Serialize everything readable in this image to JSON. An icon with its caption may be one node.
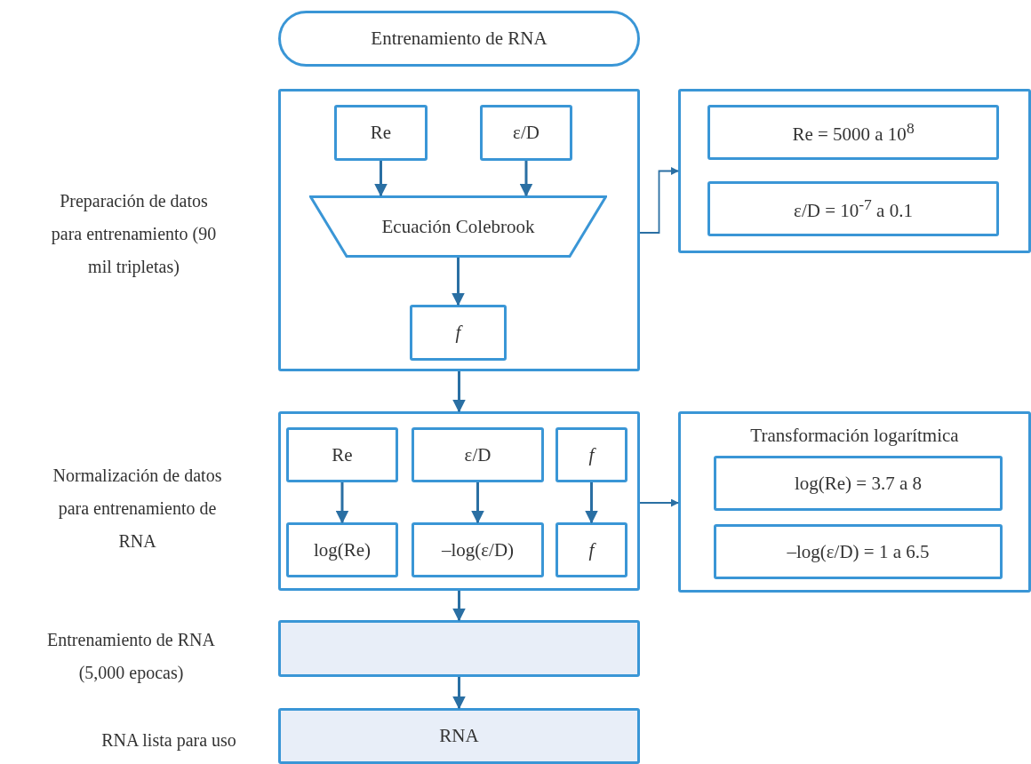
{
  "diagram": {
    "nodes": [
      {
        "text": [
          "Entrenamiento de RNA"
        ]
      },
      {
        "text": [],
        "shape": "box",
        "beside": [
          "Preparación de datos para entrenamiento (90 mil tripletas)"
        ]
      },
      {
        "text": [
          "Re"
        ],
        "in": 1
      },
      {
        "text": [
          "ε/D"
        ],
        "in": 1
      },
      {
        "text": [
          "Ecuación Colebrook"
        ],
        "in": 1
      },
      {
        "text": [
          "f"
        ],
        "in": 1
      },
      {
        "text": [],
        "shape": "box"
      },
      {
        "text": [
          "Re = 5000 a 10$^{8}$"
        ],
        "in": 6
      },
      {
        "text": [
          "ε/D = 10$^{-7}$ a 0.1"
        ],
        "in": 6
      },
      {
        "text": [],
        "shape": "box",
        "beside": [
          "Normalización de datos para entrenamiento de RNA"
        ]
      },
      {
        "text": [
          "Re"
        ],
        "in": 9
      },
      {
        "text": [
          "ε/D"
        ],
        "in": 9
      },
      {
        "text": [
          "f"
        ],
        "in": 9
      },
      {
        "text": [
          "log(Re)"
        ],
        "in": 9
      },
      {
        "text": [
          "–log(ε/D)"
        ],
        "in": 9
      },
      {
        "text": [
          "f"
        ],
        "in": 9
      },
      {
        "text": [
          "Transformación logarítmica"
        ]
      },
      {
        "text": [
          "log(Re) = 3.7 a 8"
        ],
        "in": 16
      },
      {
        "text": [
          "–log(ε/D) = 1 a 6.5"
        ],
        "in": 16
      },
      {
        "text": [],
        "shape": "box",
        "beside": [
          "Entrenamiento de RNA (5,000 epocas)"
        ]
      },
      {
        "text": [
          "RNA"
        ],
        "beside": [
          "RNA lista para uso"
        ]
      }
    ],
    "edges": [
      {
        "from": 2,
        "to": 4,
        "arrow": "to"
      },
      {
        "from": 3,
        "to": 4,
        "arrow": "to"
      },
      {
        "from": 4,
        "to": 5,
        "arrow": "to"
      },
      {
        "from": 1,
        "to": 6,
        "arrow": "to"
      },
      {
        "from": 1,
        "to": 9,
        "arrow": "to"
      },
      {
        "from": 10,
        "to": 13,
        "arrow": "to"
      },
      {
        "from": 11,
        "to": 14,
        "arrow": "to"
      },
      {
        "from": 12,
        "to": 15,
        "arrow": "to"
      },
      {
        "from": 9,
        "to": 16,
        "arrow": "to"
      },
      {
        "from": 9,
        "to": 19,
        "arrow": "to"
      },
      {
        "from": 19,
        "to": 20,
        "arrow": "to"
      }
    ]
  }
}
